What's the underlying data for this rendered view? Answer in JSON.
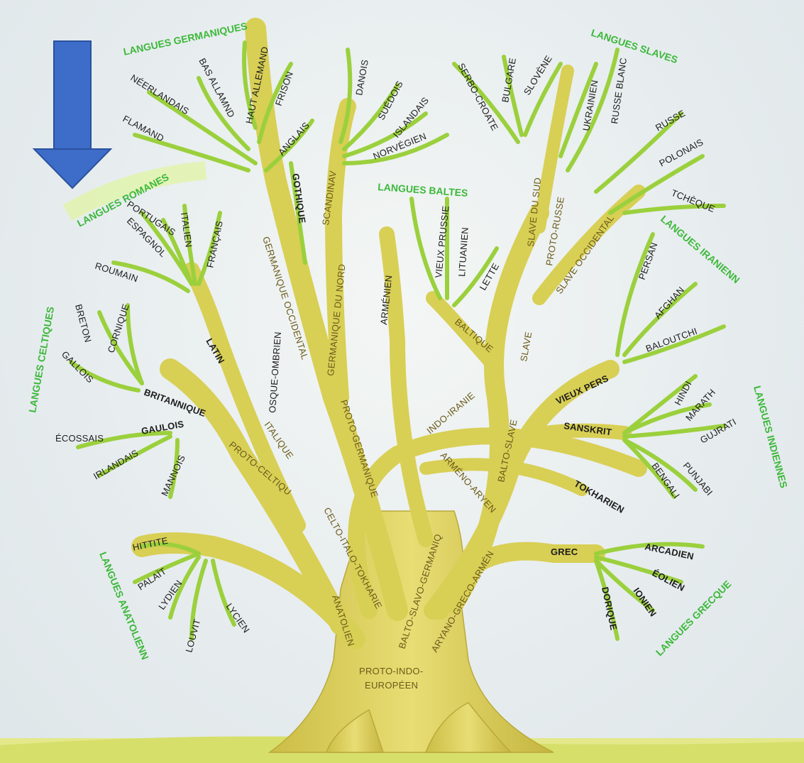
{
  "groups": {
    "germaniques": "LANGUES GERMANIQUES",
    "slaves": "LANGUES SLAVES",
    "romanes": "LANGUES ROMANES",
    "baltes": "LANGUES BALTES",
    "iraniennes": "LANGUES IRANIENN",
    "celtiques": "LANGUES CELTIQUES",
    "indiennes": "LANGUES INDIENNES",
    "anatoliennes": "LANGUES ANATOLIENN",
    "grecque": "LANGUES GRECQUE"
  },
  "languages": {
    "neerlandais": "NÉERLANDAIS",
    "flamand": "FLAMAND",
    "bas_allemand": "BAS ALLAMND",
    "haut_allemand": "HAUT ALLEMAND",
    "frison": "FRISON",
    "anglais": "ANGLAIS",
    "gothique": "GOTHIQUE",
    "danois": "DANOIS",
    "suedois": "SUÉDOIS",
    "islandais": "ISLANDAIS",
    "norvegien": "NORVÉGIEN",
    "serbo_croate": "SERBO-CROATE",
    "bulgare": "BULGARE",
    "slovene": "SLOVÈNE",
    "ukrainien": "UKRAINIEN",
    "russe_blanc": "RUSSE BLANC",
    "russe": "RUSSE",
    "polonais": "POLONAIS",
    "tcheque": "TCHÈQUE",
    "portugais": "PORTUGAIS",
    "espagnol": "ESPAGNOL",
    "italien": "ITALIEN",
    "francais": "FRANÇAIS",
    "roumain": "ROUMAIN",
    "vieux_prussien": "VIEUX PRUSSIE",
    "lituanien": "LITUANIEN",
    "lette": "LETTE",
    "armenien": "ARMÉNIEN",
    "persan": "PERSAN",
    "afghan": "AFGHAN",
    "baloutchi": "BALOUTCHI",
    "breton": "BRETON",
    "cornique": "CORNIQUE",
    "gallois": "GALLOIS",
    "ecossais": "ÉCOSSAIS",
    "irlandais": "IRLANDAIS",
    "mannois": "MANNOIS",
    "osque_ombrien": "OSQUE-OMBRIEN",
    "hindi": "HINDI",
    "marath": "MARATH",
    "gujrati": "GUJRATI",
    "bengali": "BENGALI",
    "punjabi": "PUNJABI",
    "tokharien": "TOKHARIEN",
    "hittite": "HITTITE",
    "palait": "PALAÏT",
    "lydien": "LYDIEN",
    "louvit": "LOUVIT",
    "lycien": "LYCIEN",
    "arcadien": "ARCADIEN",
    "eolien": "ÉOLIEN",
    "ionien": "IONIEN",
    "dorique": "DORIQUE"
  },
  "branches": {
    "latin": "LATIN",
    "britannique": "BRITANNIQUE",
    "gaulois": "GAULOIS",
    "vieux_perse": "VIEUX PERS",
    "sanskrit": "SANSKRIT",
    "grec": "GREC",
    "scandinave": "SCANDINAV",
    "germanique_occidental": "GERMANIQUE OCCIDENTAL",
    "germanique_du_nord": "GERMANIQUE DU NORD",
    "slave_du_sud": "SLAVE DU SUD",
    "proto_russe": "PROTO-RUSSE",
    "slave_occidental": "SLAVE OCCIDENTAL",
    "baltique": "BALTIQUE",
    "slave": "SLAVE",
    "indo_iranien": "INDO-IRANIE",
    "balto_slave": "BALTO-SLAVE",
    "armeno_aryen": "ARMÉNO-ARYEN",
    "proto_germanique": "PROTO-GERMANIQUE",
    "italique": "ITALIQUE",
    "proto_celtique": "PROTO-CELTIQU",
    "celto_italo_tokharien": "CELTO-ITALO-TOKHARIE",
    "anatolien": "ANATOLIEN",
    "balto_slavo_germanique": "BALTO-SLAVO-GERMANIQ",
    "aryano_greco_armenien": "ARYANO-GRECO-ARMÉN",
    "proto_indo_europeen_1": "PROTO-INDO-",
    "proto_indo_europeen_2": "EUROPÉEN"
  },
  "colors": {
    "trunk": "#dccf5a",
    "branch": "#c9d43a",
    "leaf": "#8fcf3a",
    "group_label": "#3cb83a",
    "arrow": "#3d6dc9"
  }
}
